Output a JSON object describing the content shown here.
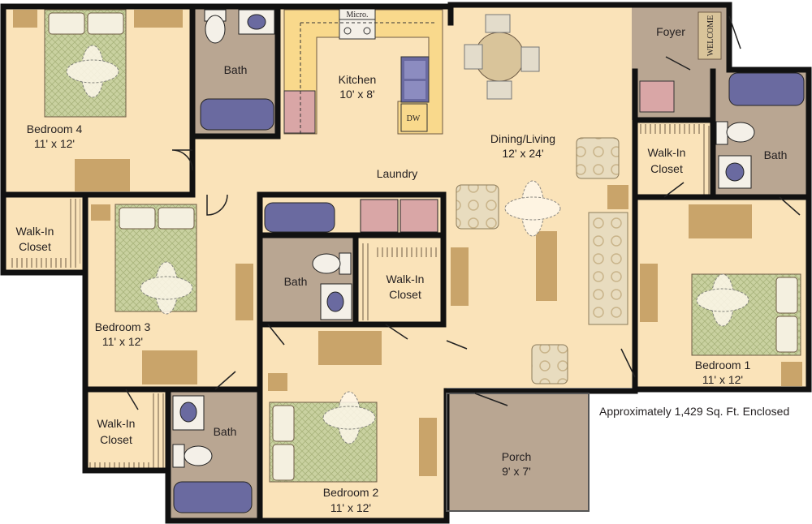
{
  "floorplan": {
    "area_note": "Approximately 1,429 Sq. Ft. Enclosed",
    "colors": {
      "floor": "#fae3b9",
      "tile": "#b9a692",
      "porch": "#b9a692",
      "wall": "#111111",
      "tub": "#6a6aa0",
      "counter": "#f9d98c",
      "bed_quilt": "#c9d1a0",
      "wood": "#c9a46a"
    },
    "rooms": {
      "bedroom4": {
        "name": "Bedroom 4",
        "dims": "11' x 12'"
      },
      "bedroom3": {
        "name": "Bedroom 3",
        "dims": "11' x 12'"
      },
      "bedroom2": {
        "name": "Bedroom 2",
        "dims": "11' x 12'"
      },
      "bedroom1": {
        "name": "Bedroom 1",
        "dims": "11' x 12'"
      },
      "bath_top": {
        "name": "Bath"
      },
      "bath_mid": {
        "name": "Bath"
      },
      "bath_left": {
        "name": "Bath"
      },
      "bath_right": {
        "name": "Bath"
      },
      "kitchen": {
        "name": "Kitchen",
        "dims": "10' x 8'"
      },
      "dining": {
        "name": "Dining/Living",
        "dims": "12' x 24'"
      },
      "foyer": {
        "name": "Foyer"
      },
      "laundry": {
        "name": "Laundry"
      },
      "porch": {
        "name": "Porch",
        "dims": "9' x 7'"
      },
      "closet_w": {
        "line1": "Walk-In",
        "line2": "Closet"
      },
      "closet_sw": {
        "line1": "Walk-In",
        "line2": "Closet"
      },
      "closet_mid": {
        "line1": "Walk-In",
        "line2": "Closet"
      },
      "closet_e": {
        "line1": "Walk-In",
        "line2": "Closet"
      }
    },
    "fixtures": {
      "micro": "Micro.",
      "dw": "DW",
      "welcome": "WELCOME"
    }
  }
}
